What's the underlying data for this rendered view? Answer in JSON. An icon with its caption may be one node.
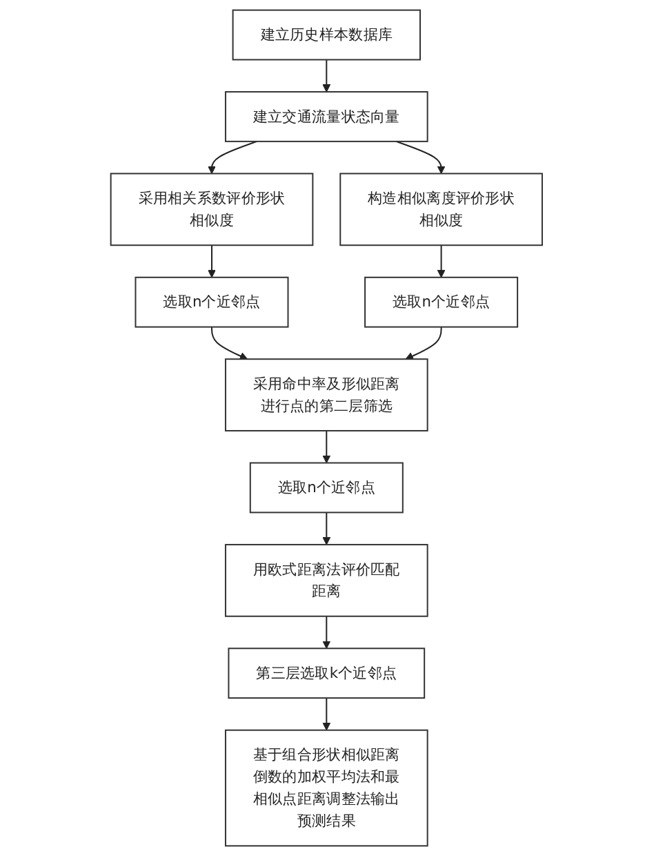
{
  "diagram": {
    "nodes": [
      {
        "text": [
          "建立交通流量状态向量"
        ]
      },
      {
        "text": [
          "建立历史样本数据库"
        ]
      },
      {
        "text": [
          "采用相关系数评价形状相似度"
        ]
      },
      {
        "text": [
          "构造相似离度评价形状相似度"
        ]
      },
      {
        "text": [
          "选取n个近邻点"
        ]
      },
      {
        "text": [
          "选取n个近邻点"
        ]
      },
      {
        "text": [
          "采用命中率及形似距离进行点的第二层筛选"
        ]
      },
      {
        "text": [
          "选取n个近邻点"
        ]
      },
      {
        "text": [
          "用欧式距离法评价匹配距离"
        ]
      },
      {
        "text": [
          "第三层选取k个近邻点"
        ]
      },
      {
        "text": [
          "基于组合形状相似距离倒数的加权平均法和最相似点距离调整法输出预测结果"
        ]
      }
    ],
    "edges": [
      {
        "from": 1,
        "to": 0,
        "arrow": "to"
      },
      {
        "from": 0,
        "to": 2,
        "arrow": "to"
      },
      {
        "from": 0,
        "to": 3,
        "arrow": "to"
      },
      {
        "from": 2,
        "to": 4,
        "arrow": "to"
      },
      {
        "from": 3,
        "to": 5,
        "arrow": "to"
      },
      {
        "from": 4,
        "to": 6,
        "arrow": "to"
      },
      {
        "from": 5,
        "to": 6,
        "arrow": "to"
      },
      {
        "from": 6,
        "to": 7,
        "arrow": "to"
      },
      {
        "from": 7,
        "to": 8,
        "arrow": "to"
      },
      {
        "from": 8,
        "to": 9,
        "arrow": "to"
      },
      {
        "from": 9,
        "to": 10,
        "arrow": "to"
      }
    ]
  }
}
